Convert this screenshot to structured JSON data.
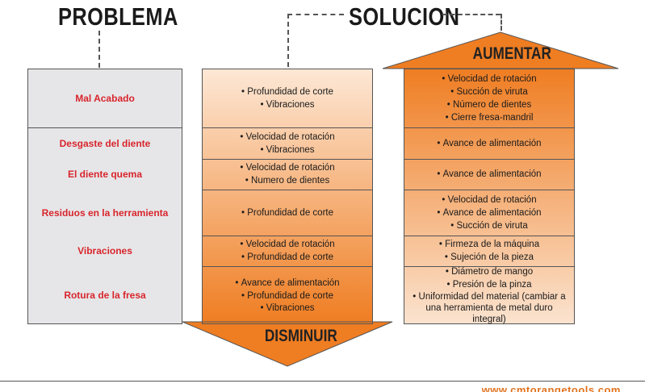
{
  "headings": {
    "problema": "PROBLEMA",
    "solucion": "SOLUCION"
  },
  "arrows": {
    "aumentar": "AUMENTAR",
    "disminuir": "DISMINUIR"
  },
  "colors": {
    "problem_text": "#d8252c",
    "arrow_orange": "#ef7d22",
    "footer": "#e0731f"
  },
  "rows": [
    {
      "problem": "Mal Acabado",
      "disminuir": [
        "Profundidad de corte",
        "Vibraciones"
      ],
      "aumentar": [
        "Velocidad de rotación",
        "Succión de viruta",
        "Número de dientes",
        "Cierre fresa-mandril"
      ]
    },
    {
      "problem": "Desgaste del diente",
      "disminuir": [
        "Velocidad de rotación",
        "Vibraciones"
      ],
      "aumentar": [
        "Avance de alimentación"
      ]
    },
    {
      "problem": "El diente quema",
      "disminuir": [
        "Velocidad de rotación",
        "Numero de dientes"
      ],
      "aumentar": [
        "Avance de alimentación"
      ]
    },
    {
      "problem": "Residuos en la herramienta",
      "disminuir": [
        "Profundidad de corte"
      ],
      "aumentar": [
        "Velocidad de rotación",
        "Avance de alimentación",
        "Succión de viruta"
      ]
    },
    {
      "problem": "Vibraciones",
      "disminuir": [
        "Velocidad de rotación",
        "Profundidad de corte"
      ],
      "aumentar": [
        "Firmeza de la máquina",
        "Sujeción de la pieza"
      ]
    },
    {
      "problem": "Rotura de la fresa",
      "disminuir": [
        "Avance de alimentación",
        "Profundidad de corte",
        "Vibraciones"
      ],
      "aumentar": [
        "Diámetro de mango",
        "Presión de la pinza",
        "Uniformidad del material (cambiar a una herramienta de metal duro integral)"
      ]
    }
  ],
  "footer": {
    "url": "www.cmtorangetools.com"
  }
}
